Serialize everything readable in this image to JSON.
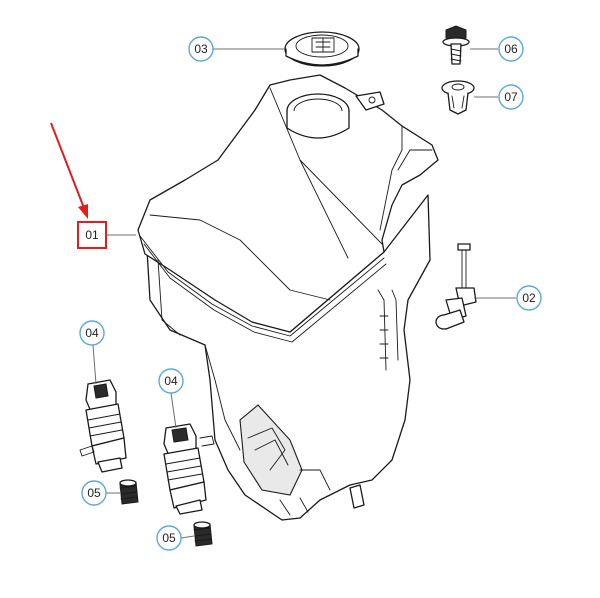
{
  "callouts": {
    "c01": "01",
    "c02": "02",
    "c03": "03",
    "c04a": "04",
    "c04b": "04",
    "c05a": "05",
    "c05b": "05",
    "c06": "06",
    "c07": "07"
  },
  "colors": {
    "highlight": "#e01e1e",
    "callout_ring": "#5fa9d6",
    "line": "#1a1a1a"
  },
  "icons": [
    "red-arrow-icon"
  ]
}
